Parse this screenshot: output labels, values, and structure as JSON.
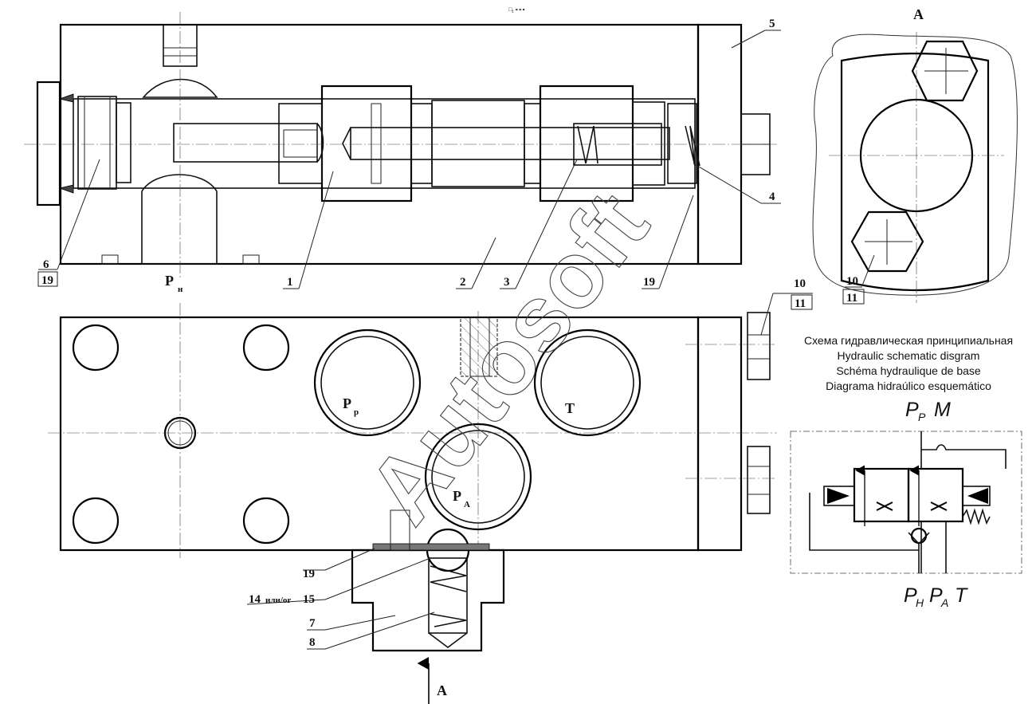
{
  "header": {
    "tiny_mark": "□₂ ∘∘∘"
  },
  "view_a": {
    "title": "A",
    "callouts": [
      "10",
      "11"
    ]
  },
  "section": {
    "ports": {
      "ph_main": "P",
      "ph_sub": "н"
    },
    "callouts": {
      "c1": "1",
      "c2": "2",
      "c3": "3",
      "c4": "4",
      "c5": "5",
      "c6": "6",
      "c19a": "19",
      "c19b": "19"
    }
  },
  "plan": {
    "ports": {
      "pp_main": "P",
      "pp_sub": "p",
      "t": "T",
      "pa_main": "P",
      "pa_sub": "A"
    },
    "callouts": {
      "c10": "10",
      "c11": "11",
      "c19": "19",
      "c14_15_a": "14",
      "c14_15_mid": "или/or",
      "c14_15_b": "15",
      "c7": "7",
      "c8": "8"
    },
    "view_arrow_label": "A"
  },
  "schematic": {
    "captions": [
      "Схема гидравлическая принципиальная",
      "Hydraulic schematic disgram",
      "Schéma hydraulique de base",
      "Diagrama hidraúlico esquemático"
    ],
    "top_ports": [
      {
        "main": "P",
        "sub": "P"
      },
      {
        "main": "M",
        "sub": ""
      }
    ],
    "bottom_ports": [
      {
        "main": "P",
        "sub": "H"
      },
      {
        "main": "P",
        "sub": "A"
      },
      {
        "main": "T",
        "sub": ""
      }
    ]
  },
  "watermark": {
    "text": "Autosoft"
  }
}
